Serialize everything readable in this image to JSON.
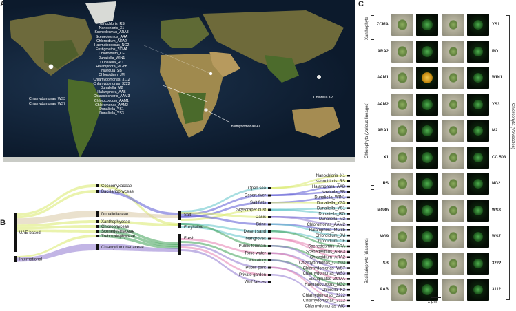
{
  "panels": {
    "a": "A",
    "b": "B",
    "c": "C"
  },
  "map": {
    "west_labels": [
      "Chlamydomonas_WS3",
      "Chlamydomonas_WS7"
    ],
    "east_label": "Chlorella K2",
    "aic_label": "Chlamydomonas AIC",
    "cluster_labels": [
      "Nanochloris_RS",
      "Nanochloris_X1",
      "Scenedesmus_ARA3",
      "Scenedesmus_ARA",
      "Chloroidium_ARA2",
      "Haematococcus_NG2",
      "Eustigmatos_ZCMA",
      "Chloroidium_CF",
      "Dunaliella_WIN1",
      "Dunaliella_RO",
      "Halamphora_MG8b",
      "Navicula_SB",
      "Chloroidium_JM",
      "Chlamydomonas_3112",
      "Chlamydomonas_3222",
      "Dunaliella_M2",
      "Halamphora_AAB",
      "Characiochloris_AAM3",
      "Chlorococcum_AAM1",
      "Chloromonas_AAM2",
      "Dunaliella_YS1",
      "Dunaliella_YS3"
    ],
    "colors": {
      "ocean": "#0c1a2c",
      "land": "#7a6b3c",
      "green": "#3f5f2a",
      "label": "#ffffff"
    }
  },
  "sankey": {
    "origins": [
      "UAE-based",
      "International"
    ],
    "taxa": [
      "Coccomyxaceae",
      "Bacillariophyceae",
      "Dunaliellaceae",
      "Xanthophyceae",
      "Chlorophyceae",
      "Scenedesmaceae",
      "Trebouxiophyceae",
      "Chlamydomonadaceae"
    ],
    "salinity": [
      "Salt",
      "Euryhaline",
      "Fresh"
    ],
    "habitats": [
      "Open sea",
      "Desert river",
      "Salt flats",
      "Skyscraper dust",
      "Oasis",
      "Brine",
      "Desert sand",
      "Mangroves",
      "Public fountain",
      "Rose water",
      "Laboratory",
      "Public park",
      "Private garden",
      "Wolf faeces"
    ],
    "strains": [
      "Nanochloris_X1",
      "Nanochloris_RS",
      "Halamphora_AAB",
      "Navicula_SB",
      "Dunaliella_WIN1",
      "Dunaliella_YS3",
      "Dunaliella_YS1",
      "Dunaliella_RO",
      "Dunaliella_M2",
      "Chloromonas_AAM2",
      "Halamphora_MG8b",
      "Chloroidium_JM",
      "Chloroidium_CF",
      "Scenedesmus_ARA",
      "Scenedesmus_ARA3",
      "Chloroidium_ARA2",
      "Chlamydomonas_CC503",
      "Chlamydomonas_WS7",
      "Chlamydomonas_WS3",
      "Eustigmatos_ZCMA",
      "Haematococcus_NG2",
      "Chlorella_K2",
      "Chlamydomonas_3222",
      "Chlamydomonas_3112",
      "Chlamydomonas_AIC"
    ],
    "colors": {
      "salt": "#5a57d4",
      "fresh": "#3ea055",
      "dunal": "#d9c8a4",
      "lime": "#d8ea6a",
      "purple": "#8f79cf",
      "pink": "#e67fb0",
      "teal": "#5ec3c8",
      "node": "#111111"
    }
  },
  "panel_c": {
    "left_codes": [
      "ZCMA",
      "ARA2",
      "AAM1",
      "AAM2",
      "ARA1",
      "X1",
      "RS",
      "MG8b",
      "MG9",
      "SB",
      "AAB"
    ],
    "right_codes": [
      "YS1",
      "RO",
      "WIN1",
      "YS3",
      "M2",
      "CC 503",
      "NG2",
      "WS3",
      "WS7",
      "3222",
      "3112"
    ],
    "groups": [
      "Xanthophyta",
      "Chlorophyta (various lineages)",
      "Bacillariophyta (diatoms)",
      "Chlorophyta (Volvocales)"
    ],
    "scale_bar": "2 μm"
  }
}
